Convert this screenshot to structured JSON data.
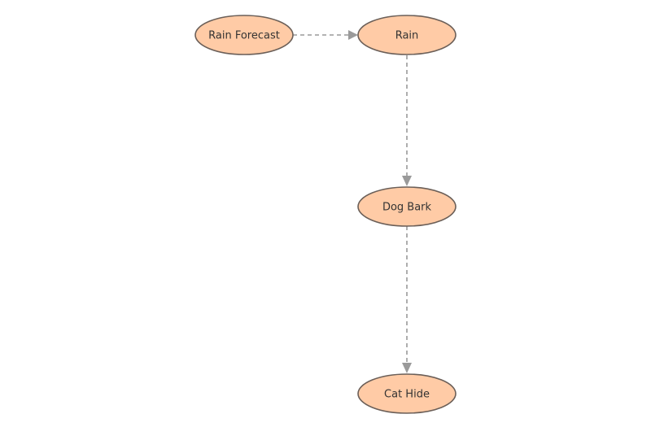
{
  "nodes": [
    {
      "id": "rain_forecast",
      "label": "Rain Forecast"
    },
    {
      "id": "rain",
      "label": "Rain"
    },
    {
      "id": "dog_bark",
      "label": "Dog Bark"
    },
    {
      "id": "cat_hide",
      "label": "Cat Hide"
    }
  ],
  "edges": [
    {
      "from": "Rain Forecast",
      "to": "Rain",
      "style": "dashed"
    },
    {
      "from": "Rain",
      "to": "Dog Bark",
      "style": "dashed"
    },
    {
      "from": "Dog Bark",
      "to": "Cat Hide",
      "style": "dashed"
    }
  ],
  "colors": {
    "node_fill": "#ffcba6",
    "node_stroke": "#6b5f58",
    "edge": "#9a9a9a"
  }
}
